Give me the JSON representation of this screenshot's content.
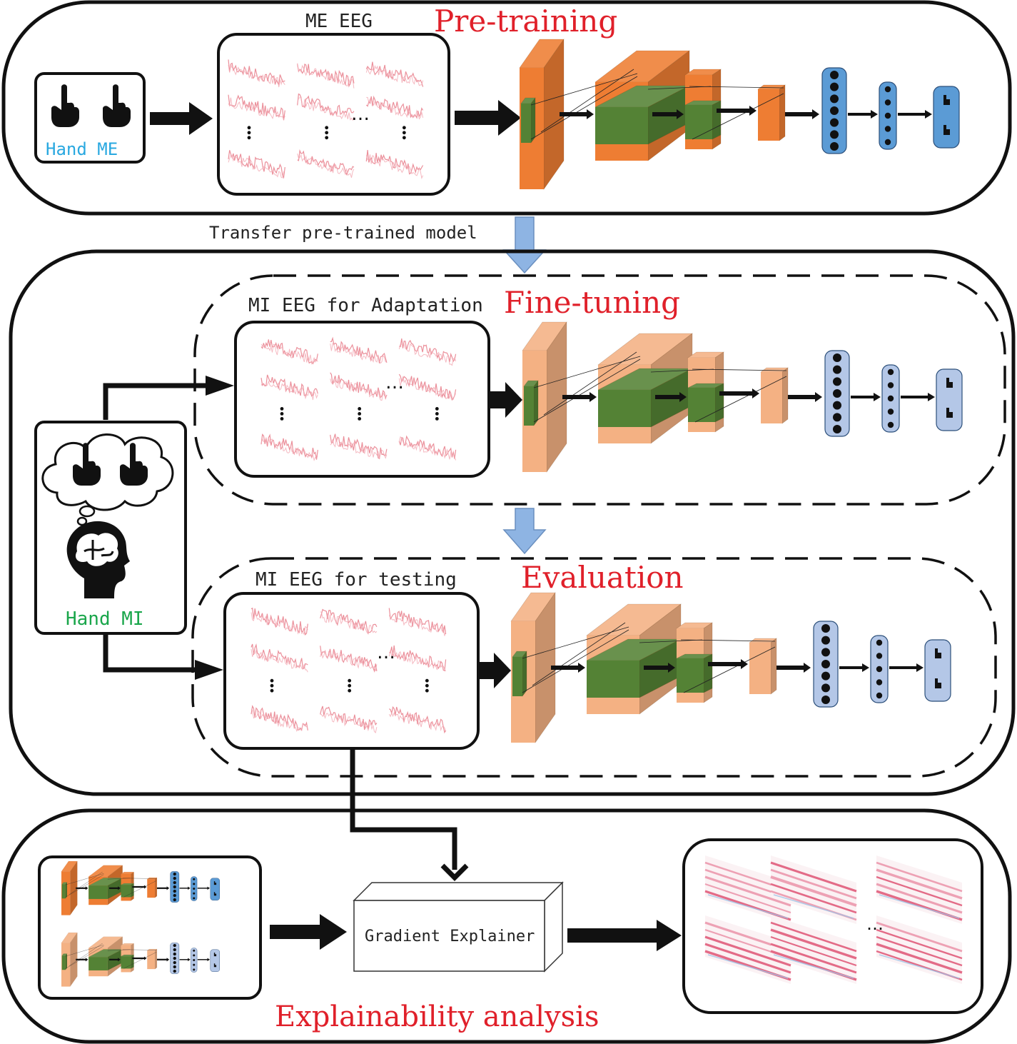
{
  "stages": {
    "pretraining": {
      "title": "Pre-training",
      "data_label": "ME EEG",
      "source_label": "Hand ME"
    },
    "transfer": {
      "label": "Transfer pre-trained model"
    },
    "finetuning": {
      "title": "Fine-tuning",
      "data_label": "MI EEG for Adaptation"
    },
    "evaluation": {
      "title": "Evaluation",
      "data_label": "MI EEG for testing"
    },
    "mi_source": {
      "label": "Hand MI"
    },
    "explain": {
      "title": "Explainability analysis",
      "box_label": "Gradient Explainer"
    }
  },
  "ellipsis": {
    "dots": "…"
  },
  "colors": {
    "title_red": "#e0202a",
    "hand_me_blue": "#29a8e0",
    "hand_mi_green": "#1aa64b",
    "conv_orange": "#ee7d33",
    "conv_light": "#f4b183",
    "kernel_green": "#548235",
    "fc_blue": "#5b9bd5",
    "fc_light": "#b4c7e7",
    "arrow_blue": "#8eb4e3",
    "eeg_pink": "#e06070"
  },
  "icons": {
    "hand_point": "pointing-hand-icon",
    "thought": "thought-cloud-icon",
    "head": "brain-head-icon"
  }
}
